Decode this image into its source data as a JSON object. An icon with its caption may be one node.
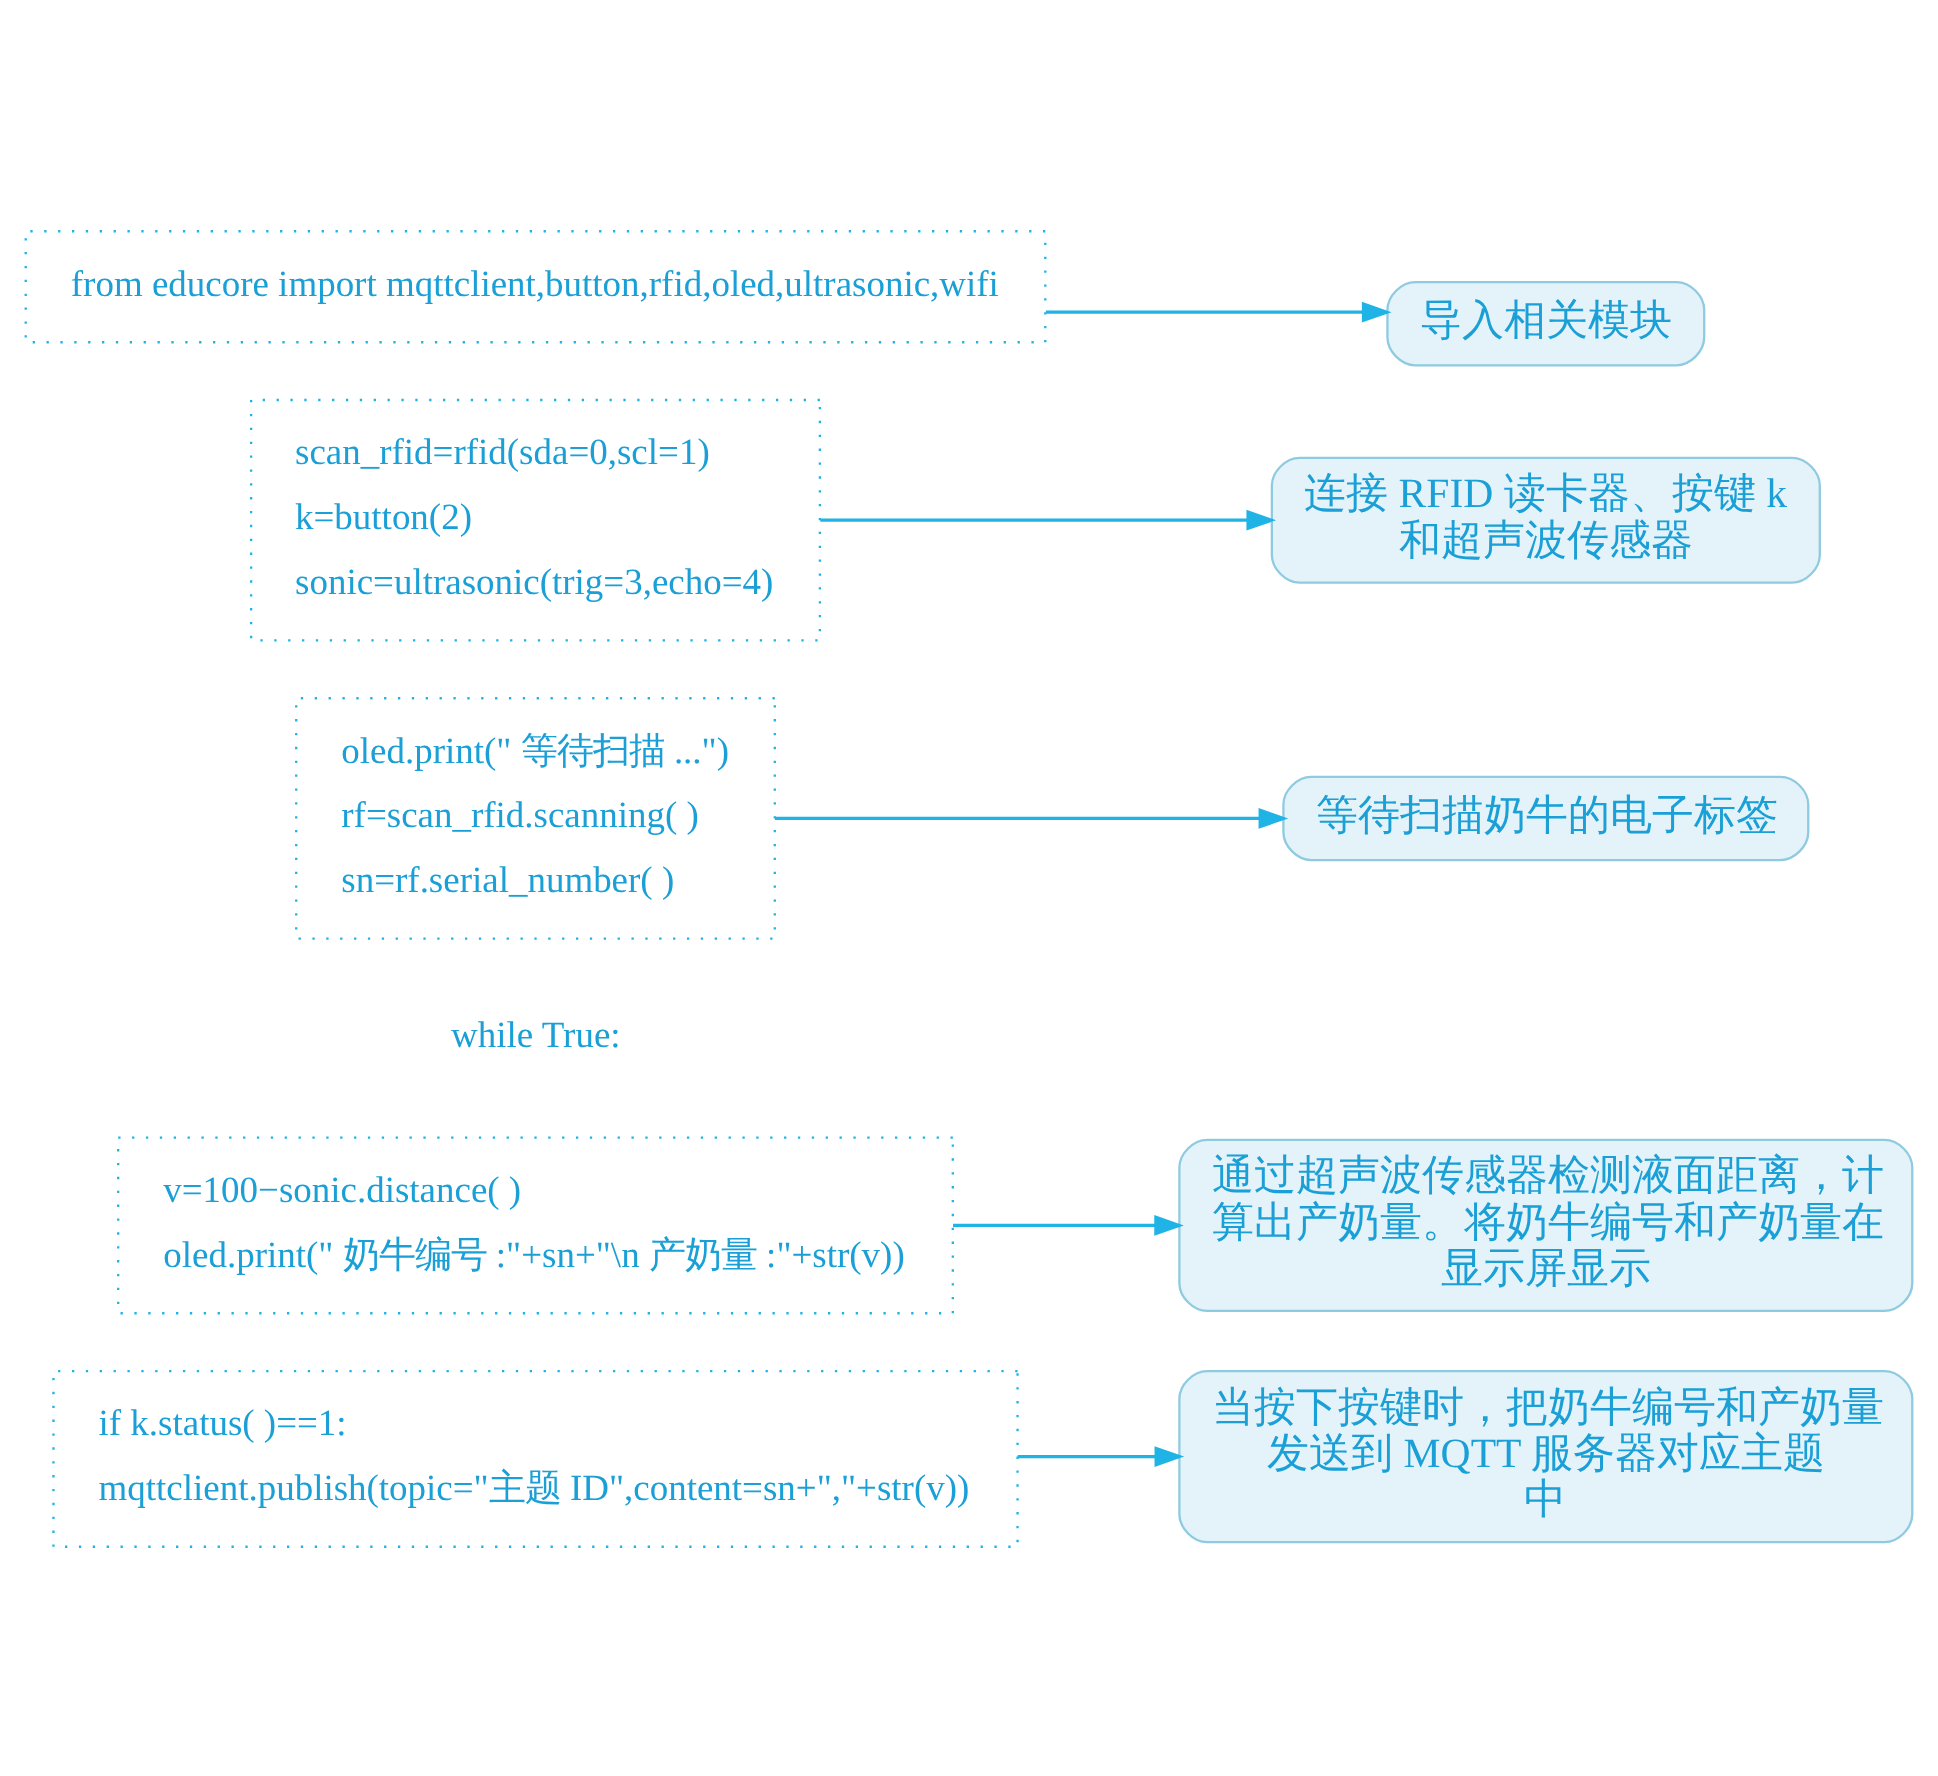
{
  "diagram": {
    "nodes": [
      {
        "text": [
          "from educore import mqttclient,button,rfid,oled,ultrasonic,wifi"
        ]
      },
      {
        "text": [
          "导入相关模块"
        ]
      },
      {
        "text": [
          "scan_rfid=rfid(sda=0,scl=1)",
          "k=button(2)",
          "sonic=ultrasonic(trig=3,echo=4)"
        ]
      },
      {
        "text": [
          "连接 RFID 读卡器、按键 k和超声波传感器"
        ]
      },
      {
        "text": [
          "oled.print(\" 等待扫描 ...\")",
          "rf=scan_rfid.scanning( )",
          "sn=rf.serial_number( )"
        ]
      },
      {
        "text": [
          "等待扫描奶牛的电子标签"
        ]
      },
      {
        "text": [
          "通过超声波传感器检测液面距离，计算出产奶量。将奶牛编号和产奶量在显示屏显示"
        ]
      },
      {
        "text": [
          "v=100−sonic.distance( )",
          "oled.print(\" 奶牛编号 :\"+sn+\"\\n 产奶量 :\"+str(v))"
        ]
      },
      {
        "text": [
          "if k.status( )==1:",
          "mqttclient.publish(topic=\"主题 ID\",content=sn+\",\"+str(v))"
        ]
      },
      {
        "text": [
          "当按下按键时，把奶牛编号和产奶量发送到 MQTT 服务器对应主题中"
        ]
      }
    ],
    "edges": [
      {
        "from": 0,
        "to": 1,
        "arrow": "to"
      },
      {
        "from": 2,
        "to": 3,
        "arrow": "to"
      },
      {
        "from": 4,
        "to": 5,
        "arrow": "to"
      },
      {
        "from": 7,
        "to": 6,
        "arrow": "to"
      },
      {
        "from": 8,
        "to": 9,
        "arrow": "to"
      }
    ],
    "labels": [
      "while True:"
    ]
  }
}
